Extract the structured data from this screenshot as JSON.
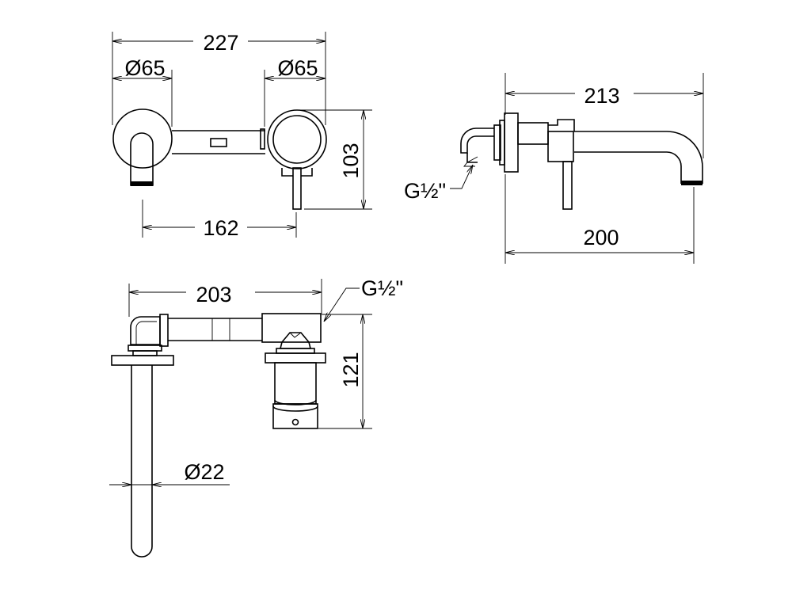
{
  "front_view": {
    "overall_width": "227",
    "left_diameter": "Ø65",
    "right_diameter": "Ø65",
    "height": "103",
    "spacing": "162"
  },
  "side_view": {
    "depth": "213",
    "spout_reach": "200",
    "thread": "G½\""
  },
  "plan_view": {
    "length": "203",
    "thread": "G½\"",
    "height": "121",
    "spout_diameter": "Ø22"
  }
}
